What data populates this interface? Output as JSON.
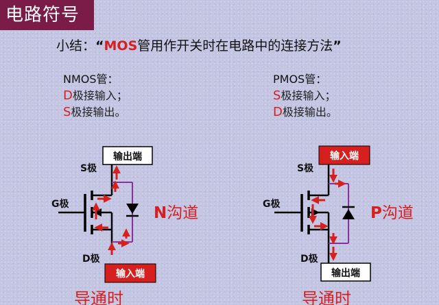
{
  "header": {
    "title": "电路符号"
  },
  "summary": {
    "prefix": "小结：",
    "open_quote": "“",
    "mos": "MOS",
    "text": "管用作开关时在电路中的连接方法",
    "close_quote": "”"
  },
  "nmos": {
    "heading": "NMOS管：",
    "line1_letter": "D",
    "line1_rest": "极接输入；",
    "line2_letter": "S",
    "line2_rest": "极接输出。"
  },
  "pmos": {
    "heading": "PMOS管：",
    "line1_letter": "S",
    "line1_rest": "极接输入；",
    "line2_letter": "D",
    "line2_rest": "极接输出。"
  },
  "left_diagram": {
    "top_box": "输出端",
    "bottom_box": "输入端",
    "s_label": "S极",
    "g_label": "G极",
    "d_label": "D极",
    "channel_letter": "N",
    "channel_text": "沟道",
    "caption": "导通时"
  },
  "right_diagram": {
    "top_box": "输入端",
    "bottom_box": "输出端",
    "s_label": "S极",
    "g_label": "G极",
    "d_label": "D极",
    "channel_letter": "P",
    "channel_text": "沟道",
    "caption": "导通时"
  },
  "colors": {
    "title_bg": "#7a1c47",
    "red": "#d61f1f",
    "purple": "#8b2f9b",
    "background": "#c3c5e2"
  }
}
